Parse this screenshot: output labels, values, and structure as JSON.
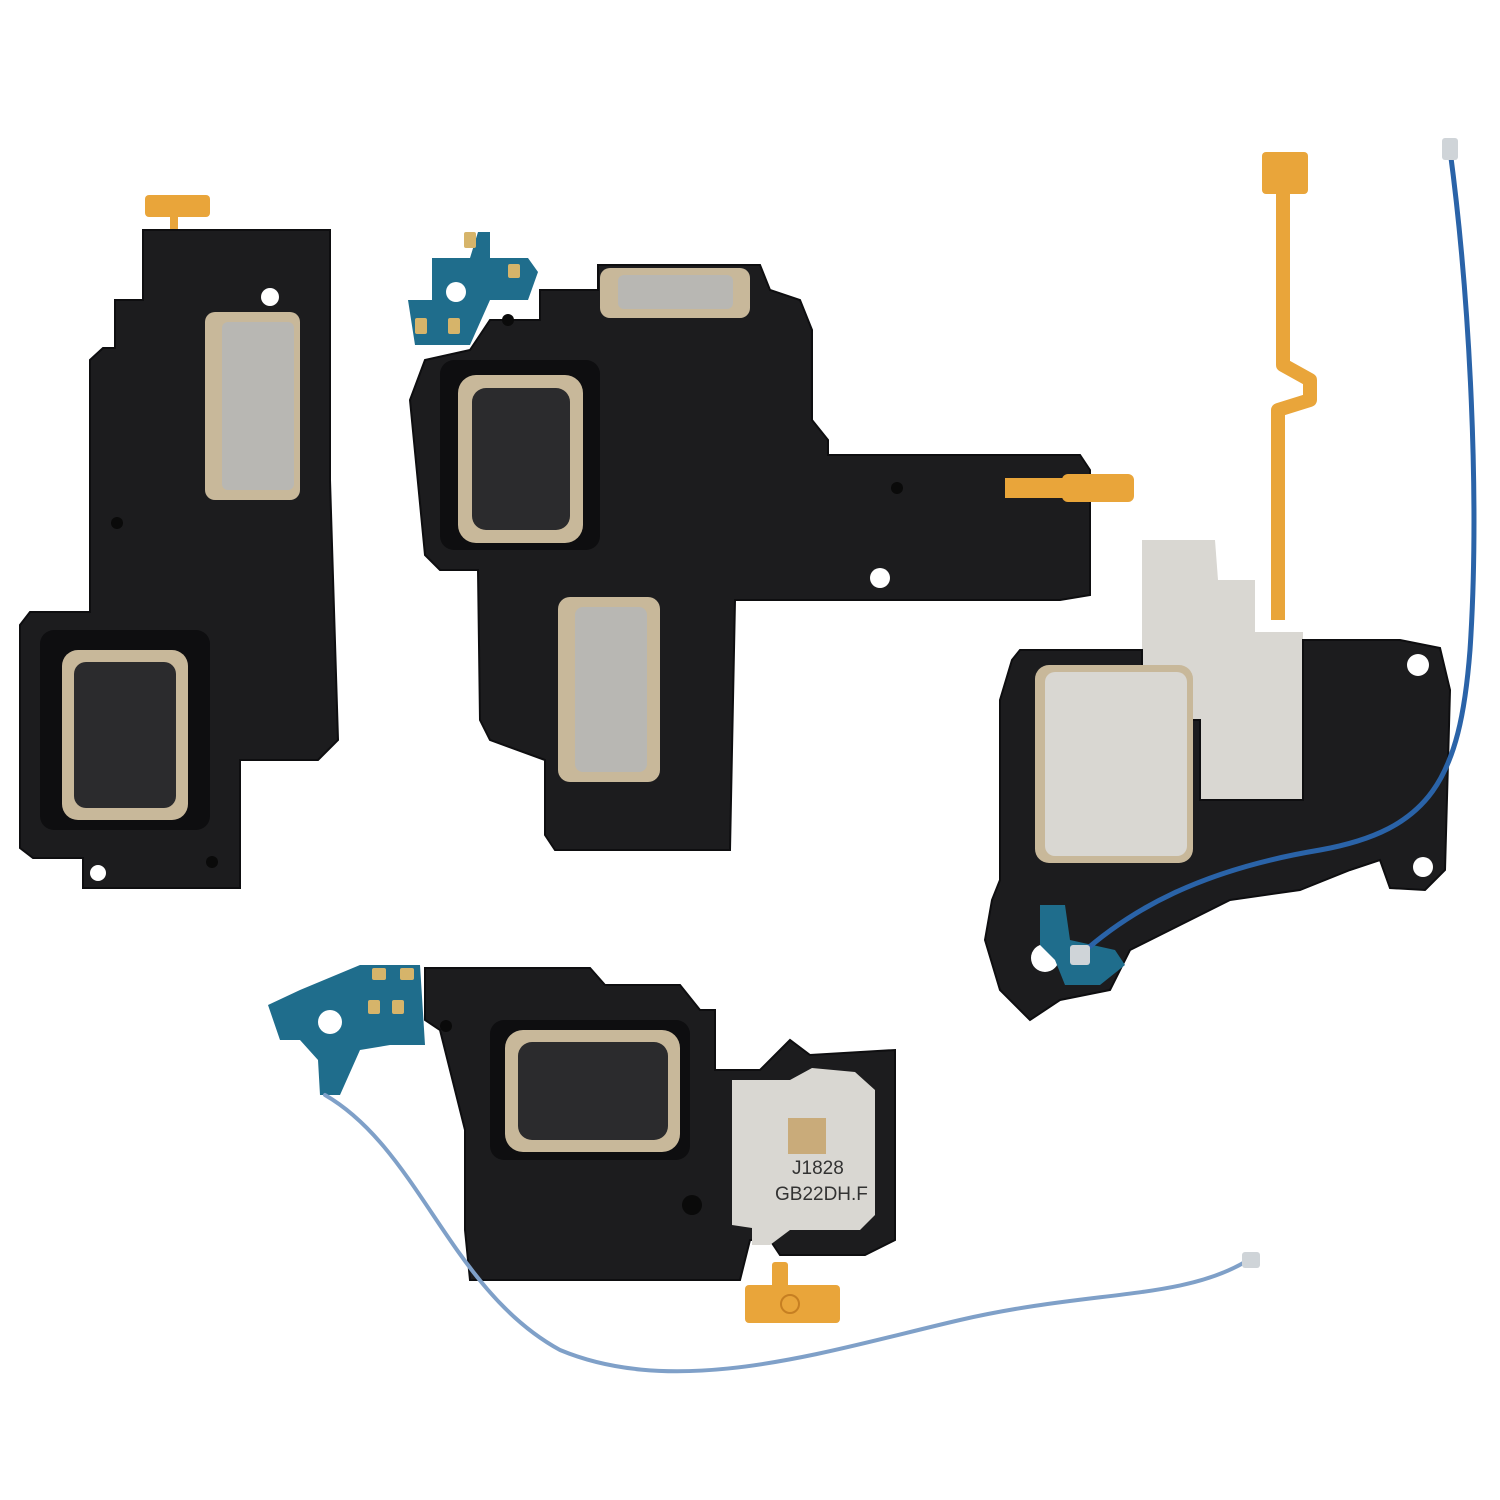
{
  "colors": {
    "background": "#ffffff",
    "housing": "#1c1c1e",
    "housing_edge": "#0e0e10",
    "cover_plate": "#b8b7b3",
    "foil": "#d9d7d2",
    "flex_orange": "#e9a53a",
    "pcb_blue": "#1f6d8c",
    "cable_blue": "#2a63a8",
    "cable_light": "#7fa0c8",
    "driver_dark": "#2b2b2d",
    "gasket": "#c8b89a"
  },
  "components": [
    {
      "name": "speaker-top-left",
      "icons": [
        "speaker-housing",
        "flex-connector",
        "speaker-driver",
        "speaker-mesh"
      ]
    },
    {
      "name": "speaker-top-middle",
      "icons": [
        "speaker-housing",
        "pcb-antenna",
        "speaker-driver",
        "speaker-mesh",
        "flex-connector"
      ]
    },
    {
      "name": "speaker-right",
      "icons": [
        "speaker-housing",
        "flex-cable",
        "coax-cable",
        "pcb-antenna"
      ]
    },
    {
      "name": "speaker-bottom",
      "icons": [
        "speaker-housing",
        "pcb-antenna",
        "coax-cable",
        "speaker-driver",
        "flex-connector"
      ]
    }
  ],
  "labels": {
    "bottom_batch": "J1828",
    "bottom_part": "GB22DH.F"
  }
}
